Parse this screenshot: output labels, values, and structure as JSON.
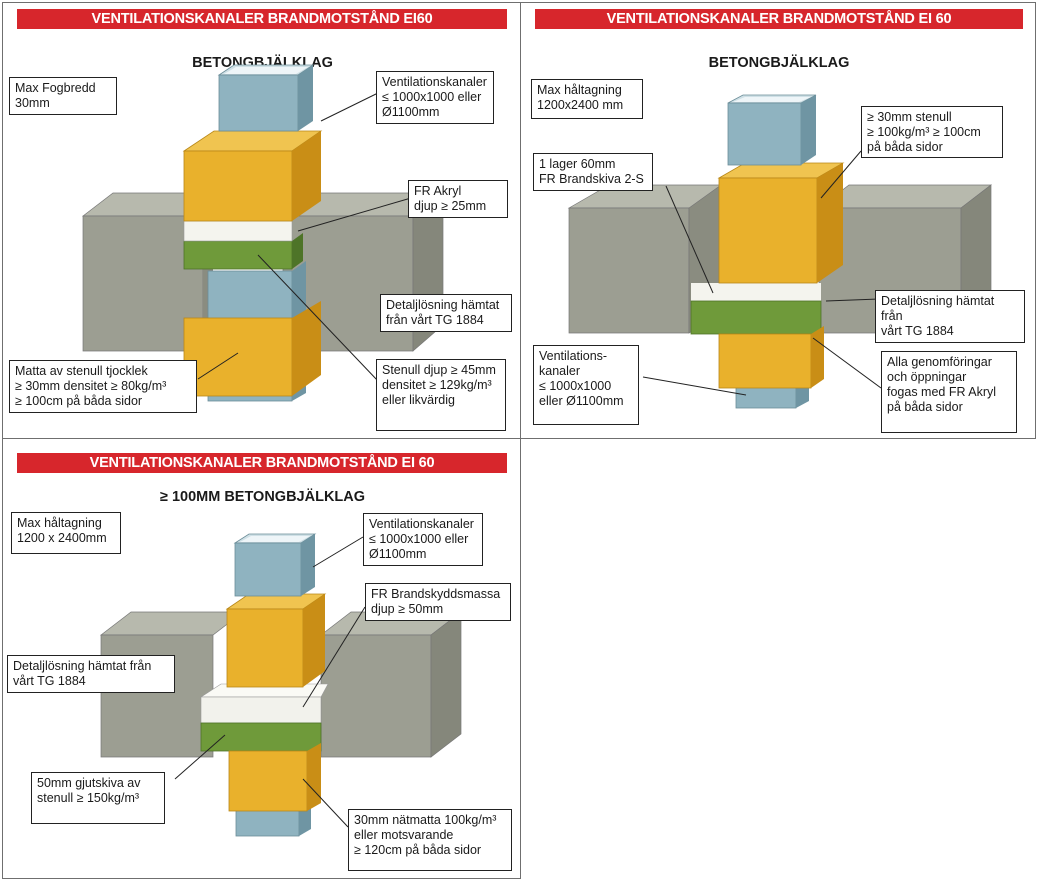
{
  "panels": [
    {
      "banner": "VENTILATIONSKANALER BRANDMOTSTÅND EI60",
      "subtitle": "BETONGBJÄLKLAG",
      "labels": {
        "fog": "Max Fogbredd\n30mm",
        "kanal": "Ventilationskanaler\n≤ 1000x1000 eller\nØ1100mm",
        "akryl": "FR Akryl\ndjup ≥ 25mm",
        "detalj": "Detaljlösning hämtat\nfrån vårt TG 1884",
        "matta": "Matta av stenull tjocklek\n≥ 30mm densitet ≥ 80kg/m³\n≥ 100cm på båda sidor",
        "stenull": "Stenull djup ≥ 45mm\ndensitet ≥ 129kg/m³\neller likvärdig"
      }
    },
    {
      "banner": "VENTILATIONSKANALER BRANDMOTSTÅND EI 60",
      "subtitle": "BETONGBJÄLKLAG",
      "labels": {
        "haltag": "Max håltagning\n1200x2400 mm",
        "stenull30": "≥ 30mm stenull\n ≥ 100kg/m³ ≥ 100cm\npå båda sidor",
        "lager": "1 lager 60mm\nFR Brandskiva 2-S",
        "detalj": "Detaljlösning hämtat från\nvårt TG 1884",
        "kanal": "Ventilations-\nkanaler\n≤ 1000x1000\neller Ø1100mm",
        "alla": "Alla genomföringar\noch öppningar\nfogas med FR Akryl\npå båda sidor"
      }
    },
    {
      "banner": "VENTILATIONSKANALER BRANDMOTSTÅND EI 60",
      "subtitle": "≥ 100MM BETONGBJÄLKLAG",
      "labels": {
        "haltag": "Max håltagning\n1200 x 2400mm",
        "kanal": "Ventilationskanaler\n≤ 1000x1000 eller\nØ1100mm",
        "massa": "FR Brandskyddsmassa\ndjup ≥ 50mm",
        "detalj": "Detaljlösning hämtat från\nvårt TG 1884",
        "gjut": "50mm gjutskiva av\nstenull ≥ 150kg/m³",
        "natmatta": "30mm nätmatta 100kg/m³\neller motsvarande\n≥ 120cm på båda sidor"
      }
    }
  ],
  "colors": {
    "banner": "#d7262c",
    "concrete": "#9a9c8f",
    "duct": "#8fb3c0",
    "insulation": "#e9b12c",
    "stone_wool": "#6f9a3a",
    "sealant": "#f2f2ec"
  }
}
